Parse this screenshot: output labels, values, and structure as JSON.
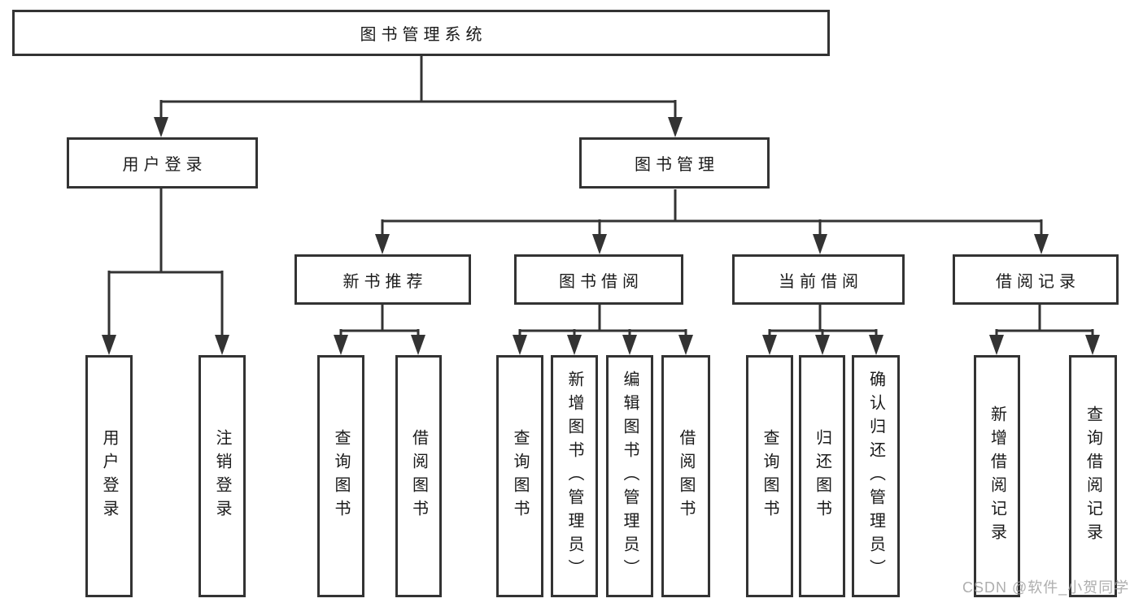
{
  "diagram": {
    "watermark": "CSDN @软件_小贺同学",
    "colors": {
      "line": "#333333",
      "box_border": "#333333",
      "text": "#1a1a1a",
      "watermark": "#a0a0a0",
      "background": "#ffffff"
    },
    "tree": {
      "label": "图书管理系统",
      "children": [
        {
          "label": "用户登录",
          "children": [
            {
              "label": "用户登录"
            },
            {
              "label": "注销登录"
            }
          ]
        },
        {
          "label": "图书管理",
          "children": [
            {
              "label": "新书推荐",
              "children": [
                {
                  "label": "查询图书"
                },
                {
                  "label": "借阅图书"
                }
              ]
            },
            {
              "label": "图书借阅",
              "children": [
                {
                  "label": "查询图书"
                },
                {
                  "label": "新增图书（管理员）"
                },
                {
                  "label": "编辑图书（管理员）"
                },
                {
                  "label": "借阅图书"
                }
              ]
            },
            {
              "label": "当前借阅",
              "children": [
                {
                  "label": "查询图书"
                },
                {
                  "label": "归还图书"
                },
                {
                  "label": "确认归还（管理员）"
                }
              ]
            },
            {
              "label": "借阅记录",
              "children": [
                {
                  "label": "新增借阅记录"
                },
                {
                  "label": "查询借阅记录"
                }
              ]
            }
          ]
        }
      ]
    }
  }
}
